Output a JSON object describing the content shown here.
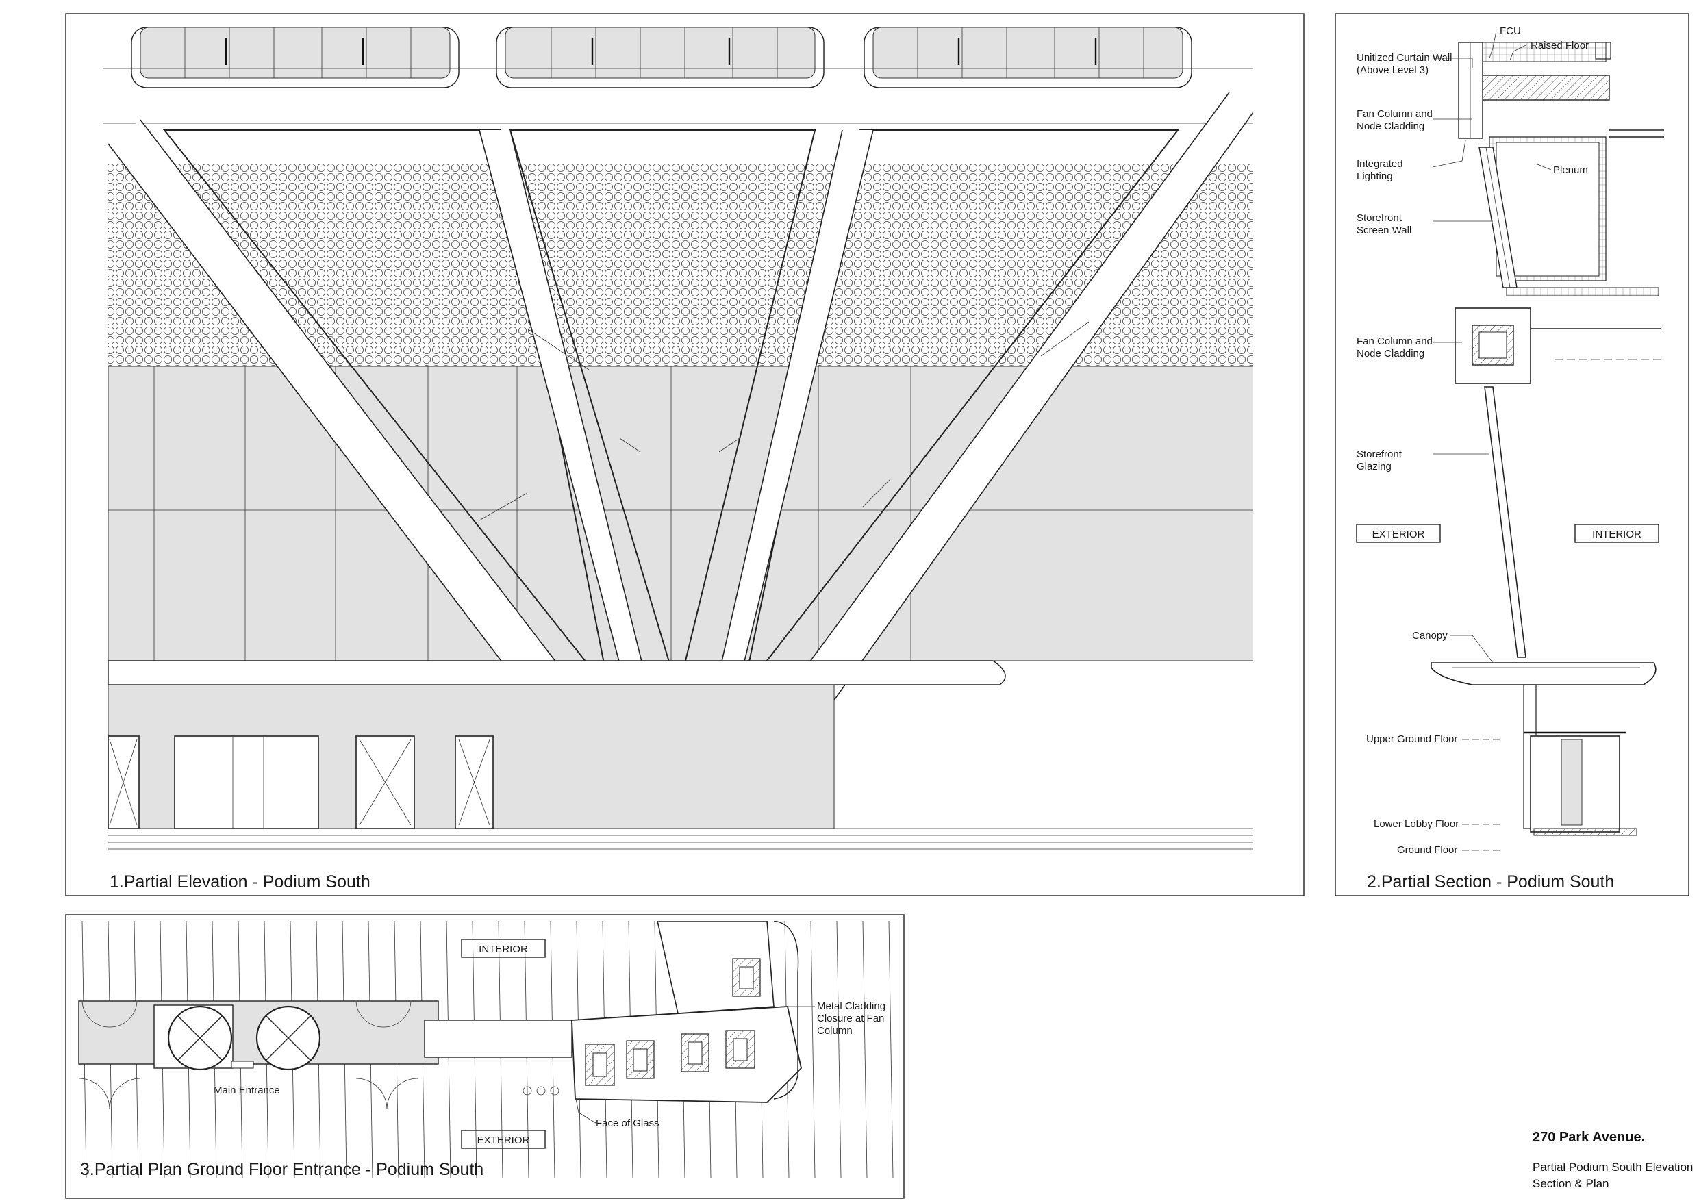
{
  "elevation": {
    "title": "1.Partial Elevation - Podium South"
  },
  "section": {
    "title": "2.Partial Section - Podium South",
    "labels": {
      "fcu": "FCU",
      "raised_floor": "Raised Floor",
      "curtain_wall_1": "Unitized Curtain Wall",
      "curtain_wall_2": "(Above Level 3)",
      "fan_column_1a": "Fan Column and",
      "fan_column_1b": "Node Cladding",
      "integrated_1": "Integrated",
      "integrated_2": "Lighting",
      "plenum": "Plenum",
      "storefront_screen_1": "Storefront",
      "storefront_screen_2": "Screen Wall",
      "fan_column_2a": "Fan Column and",
      "fan_column_2b": "Node Cladding",
      "storefront_glazing_1": "Storefront",
      "storefront_glazing_2": "Glazing",
      "exterior": "EXTERIOR",
      "interior": "INTERIOR",
      "canopy": "Canopy",
      "upper_ground": "Upper Ground Floor",
      "lower_lobby": "Lower Lobby Floor",
      "ground_floor": "Ground Floor"
    }
  },
  "plan": {
    "title": "3.Partial Plan Ground Floor Entrance - Podium South",
    "labels": {
      "interior": "INTERIOR",
      "exterior": "EXTERIOR",
      "main_entrance": "Main Entrance",
      "face_of_glass": "Face of Glass",
      "metal_cladding_1": "Metal Cladding",
      "metal_cladding_2": "Closure at Fan",
      "metal_cladding_3": "Column"
    }
  },
  "title_block": {
    "project": "270 Park Avenue.",
    "subtitle_1": "Partial Podium South Elevation",
    "subtitle_2": "Section & Plan"
  }
}
